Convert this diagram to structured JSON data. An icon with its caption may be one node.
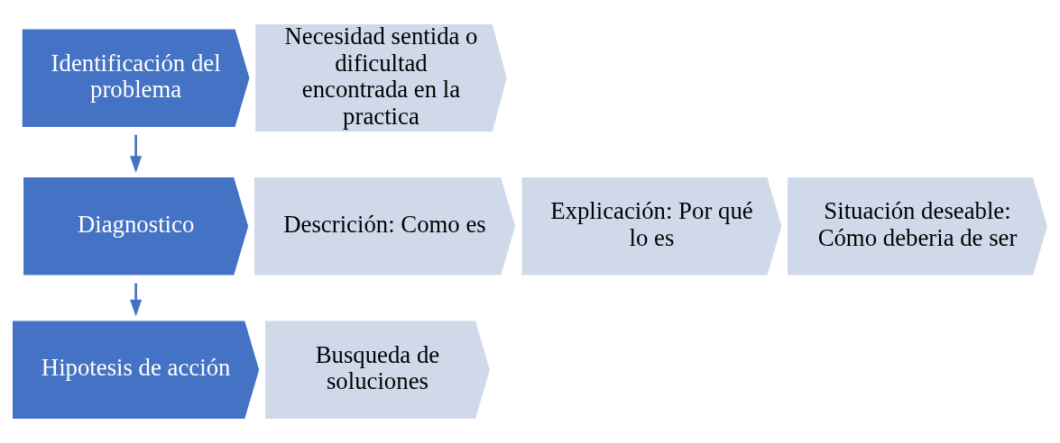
{
  "diagram": {
    "nodes": [
      {
        "text": [
          "Identificación del problema"
        ]
      },
      {
        "text": [
          "Necesidad sentida o dificultad encontrada en la practica"
        ]
      },
      {
        "text": [
          "Diagnostico"
        ]
      },
      {
        "text": [
          "Descrición: Como es"
        ]
      },
      {
        "text": [
          "Explicación: Por qué lo es"
        ]
      },
      {
        "text": [
          "Situación deseable: Cómo deberia de ser"
        ]
      },
      {
        "text": [
          "Hipotesis de acción"
        ]
      },
      {
        "text": [
          "Busqueda de soluciones"
        ]
      }
    ],
    "edges": [
      {
        "from": 0,
        "to": 2,
        "arrow": "to"
      },
      {
        "from": 2,
        "to": 6,
        "arrow": "to"
      }
    ]
  }
}
